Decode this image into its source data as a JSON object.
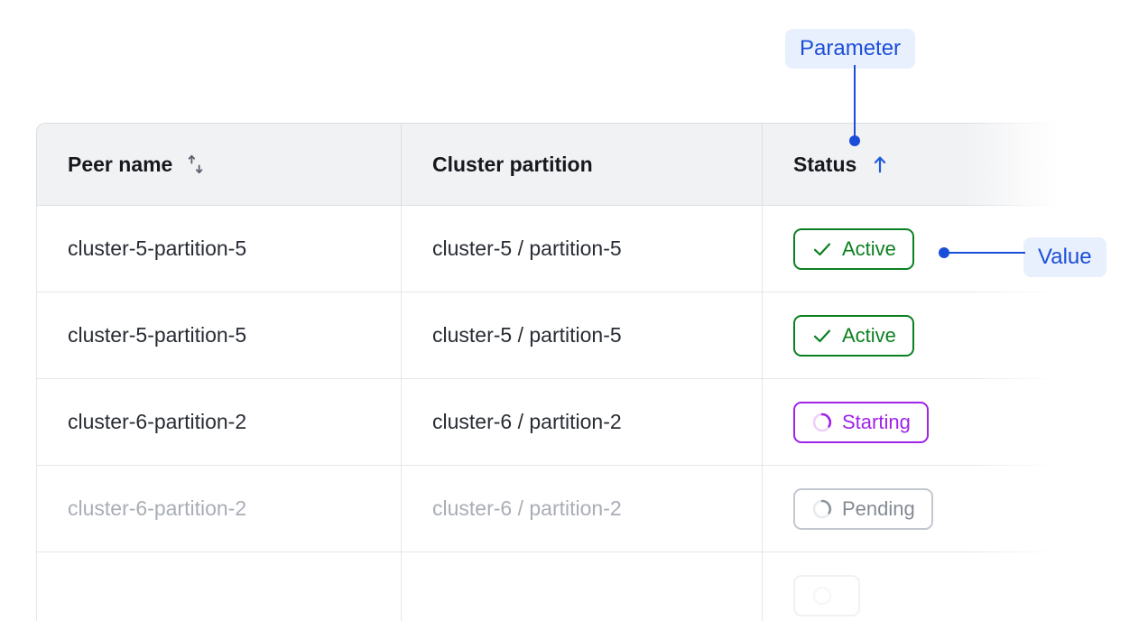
{
  "table": {
    "columns": [
      {
        "label": "Peer name",
        "sort_icon": "sort-updown-icon",
        "sort_state": "none"
      },
      {
        "label": "Cluster partition",
        "sort_icon": null,
        "sort_state": "none"
      },
      {
        "label": "Status",
        "sort_icon": "arrow-up-icon",
        "sort_state": "ascending"
      }
    ],
    "rows": [
      {
        "peer_name": "cluster-5-partition-5",
        "cluster_partition": "cluster-5 / partition-5",
        "status": "Active",
        "status_icon": "check-icon",
        "status_variant": "active"
      },
      {
        "peer_name": "cluster-5-partition-5",
        "cluster_partition": "cluster-5 / partition-5",
        "status": "Active",
        "status_icon": "check-icon",
        "status_variant": "active"
      },
      {
        "peer_name": "cluster-6-partition-2",
        "cluster_partition": "cluster-6 / partition-2",
        "status": "Starting",
        "status_icon": "spinner-icon",
        "status_variant": "starting"
      },
      {
        "peer_name": "cluster-6-partition-2",
        "cluster_partition": "cluster-6 / partition-2",
        "status": "Pending",
        "status_icon": "spinner-icon",
        "status_variant": "pending"
      },
      {
        "peer_name": "",
        "cluster_partition": "",
        "status": "",
        "status_icon": "spinner-icon",
        "status_variant": "ghost"
      }
    ]
  },
  "annotations": {
    "parameter": {
      "label": "Parameter",
      "target": "status-column-header"
    },
    "value": {
      "label": "Value",
      "target": "status-badge-row-1"
    }
  },
  "colors": {
    "accent_blue": "#1b4ed8",
    "pill_bg": "#e9f0fd",
    "active_green": "#0b8020",
    "starting_purple": "#a023e8",
    "pending_gray": "#848a94",
    "header_bg": "#f1f2f4",
    "border": "#dcdee2"
  }
}
